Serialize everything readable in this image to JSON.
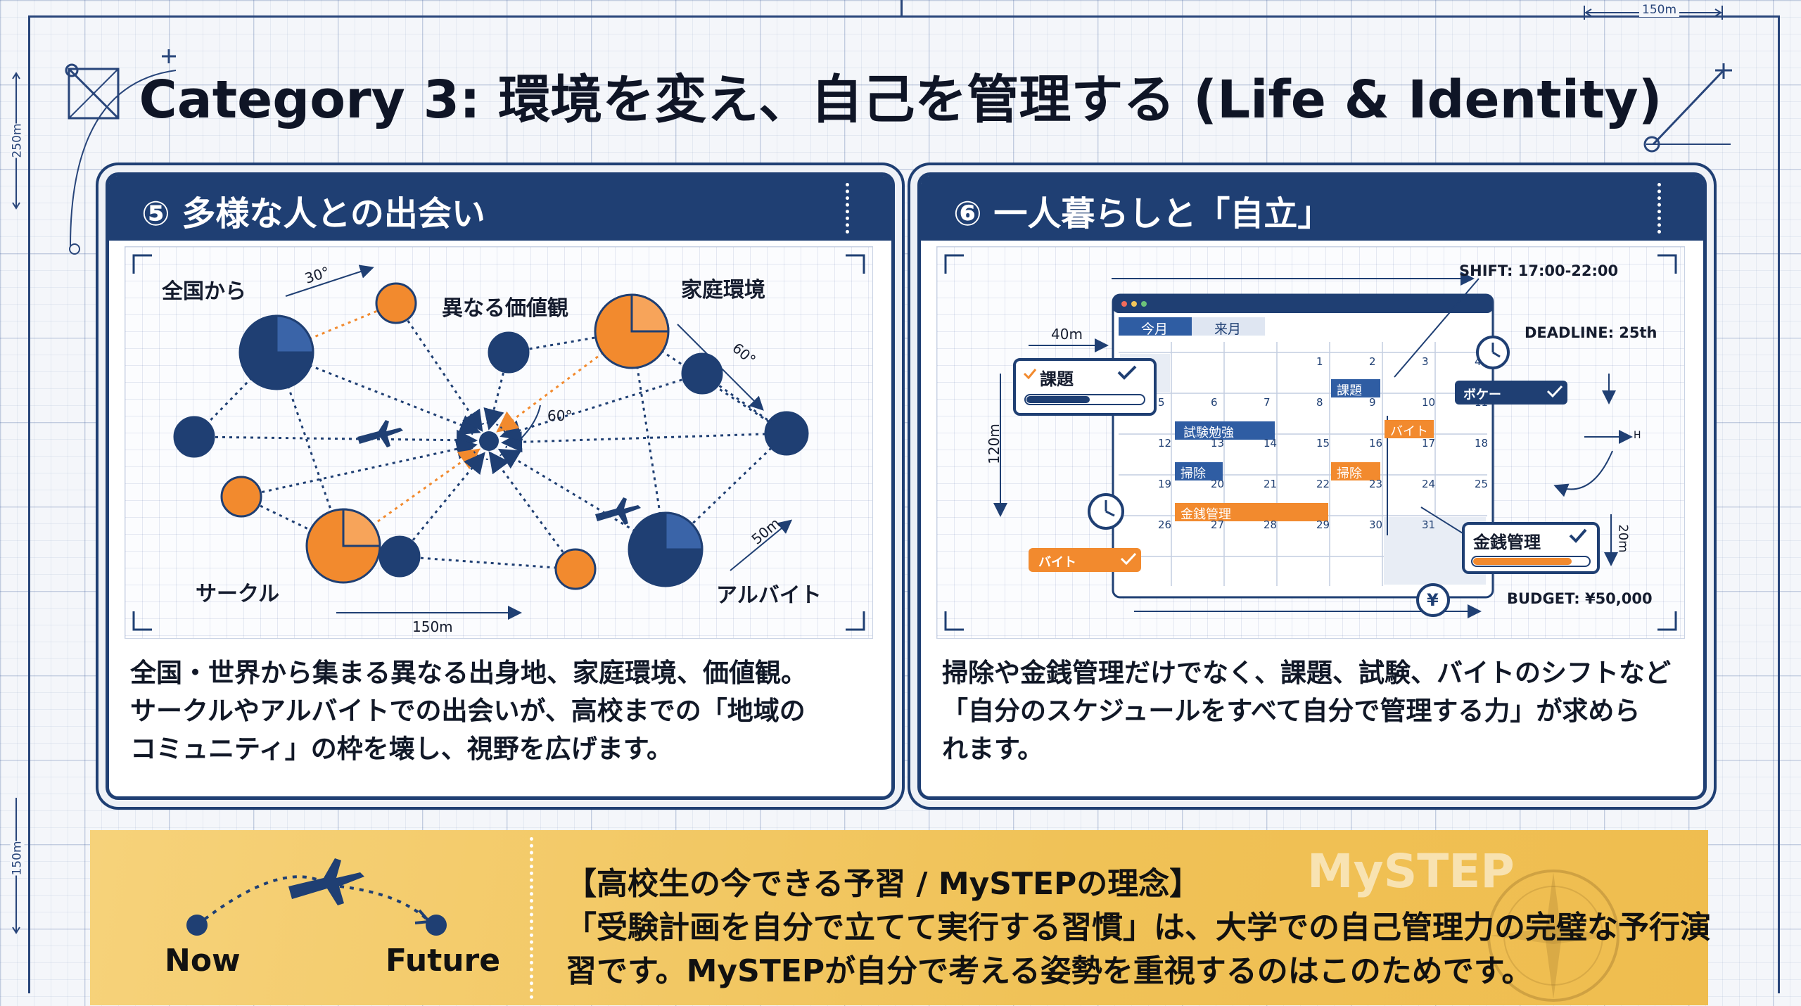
{
  "title": "Category 3: 環境を変え、自己を管理する (Life & Identity)",
  "top_ruler": "150m",
  "left_ruler_top": "250m",
  "left_ruler_bottom": "150m",
  "panel5": {
    "title": "⑤ 多様な人との出会い",
    "labels": {
      "zenkoku": "全国から",
      "kachikan": "異なる価値観",
      "katei": "家庭環境",
      "circle": "サークル",
      "arubaito": "アルバイト",
      "angle1": "30°",
      "angle2": "60°",
      "angle3": "60°",
      "dist1": "50m",
      "dist2": "150m"
    },
    "description": [
      "全国・世界から集まる異なる出身地、家庭環境、価値観。",
      "サークルやアルバイトでの出会いが、高校までの「地域の",
      "コミュニティ」の枠を壊し、視野を広げます。"
    ]
  },
  "panel6": {
    "title": "⑥ 一人暮らしと「自立」",
    "labels": {
      "shift": "SHIFT: 17:00-22:00",
      "deadline": "DEADLINE: 25th",
      "budget": "BUDGET: ¥50,000",
      "dist_40": "40m",
      "dist_120": "120m",
      "dist_20": "20m",
      "tab_this": "今月",
      "tab_next": "来月",
      "card_kadai": "課題",
      "card_money": "金銭管理",
      "tag_bokke": "ボケー",
      "tag_baito": "バイト",
      "ev_kadai": "課題",
      "ev_shiken": "試験勉強",
      "ev_baito": "バイト",
      "ev_souji1": "掃除",
      "ev_souji2": "掃除",
      "ev_kinsen": "金銭管理",
      "yen": "¥",
      "hh": "H"
    },
    "calendar_days": [
      "1",
      "2",
      "3",
      "4",
      "5",
      "6",
      "7",
      "8",
      "9",
      "10",
      "11",
      "12",
      "13",
      "14",
      "15",
      "16",
      "17",
      "18",
      "19",
      "20",
      "21",
      "22",
      "23",
      "24",
      "25",
      "26",
      "27",
      "28",
      "29",
      "30",
      "31"
    ],
    "description": [
      "掃除や金銭管理だけでなく、課題、試験、バイトのシフトなど",
      "「自分のスケジュールをすべて自分で管理する力」が求めら",
      "れます。"
    ]
  },
  "bottom": {
    "now": "Now",
    "future": "Future",
    "heading": "【高校生の今できる予習 / MySTEPの理念】",
    "line1": "「受験計画を自分で立てて実行する習慣」は、大学での自己管理力の完璧な予行演",
    "line2": "習です。MySTEPが自分で考える姿勢を重視するのはこのためです。",
    "watermark": "MySTEP"
  },
  "colors": {
    "navy": "#1f3f73",
    "orange": "#f28a2e",
    "gold": "#f2c55a"
  },
  "icons": [
    "airplane-icon",
    "clock-icon",
    "yen-coin-icon",
    "check-icon",
    "compass-icon"
  ]
}
